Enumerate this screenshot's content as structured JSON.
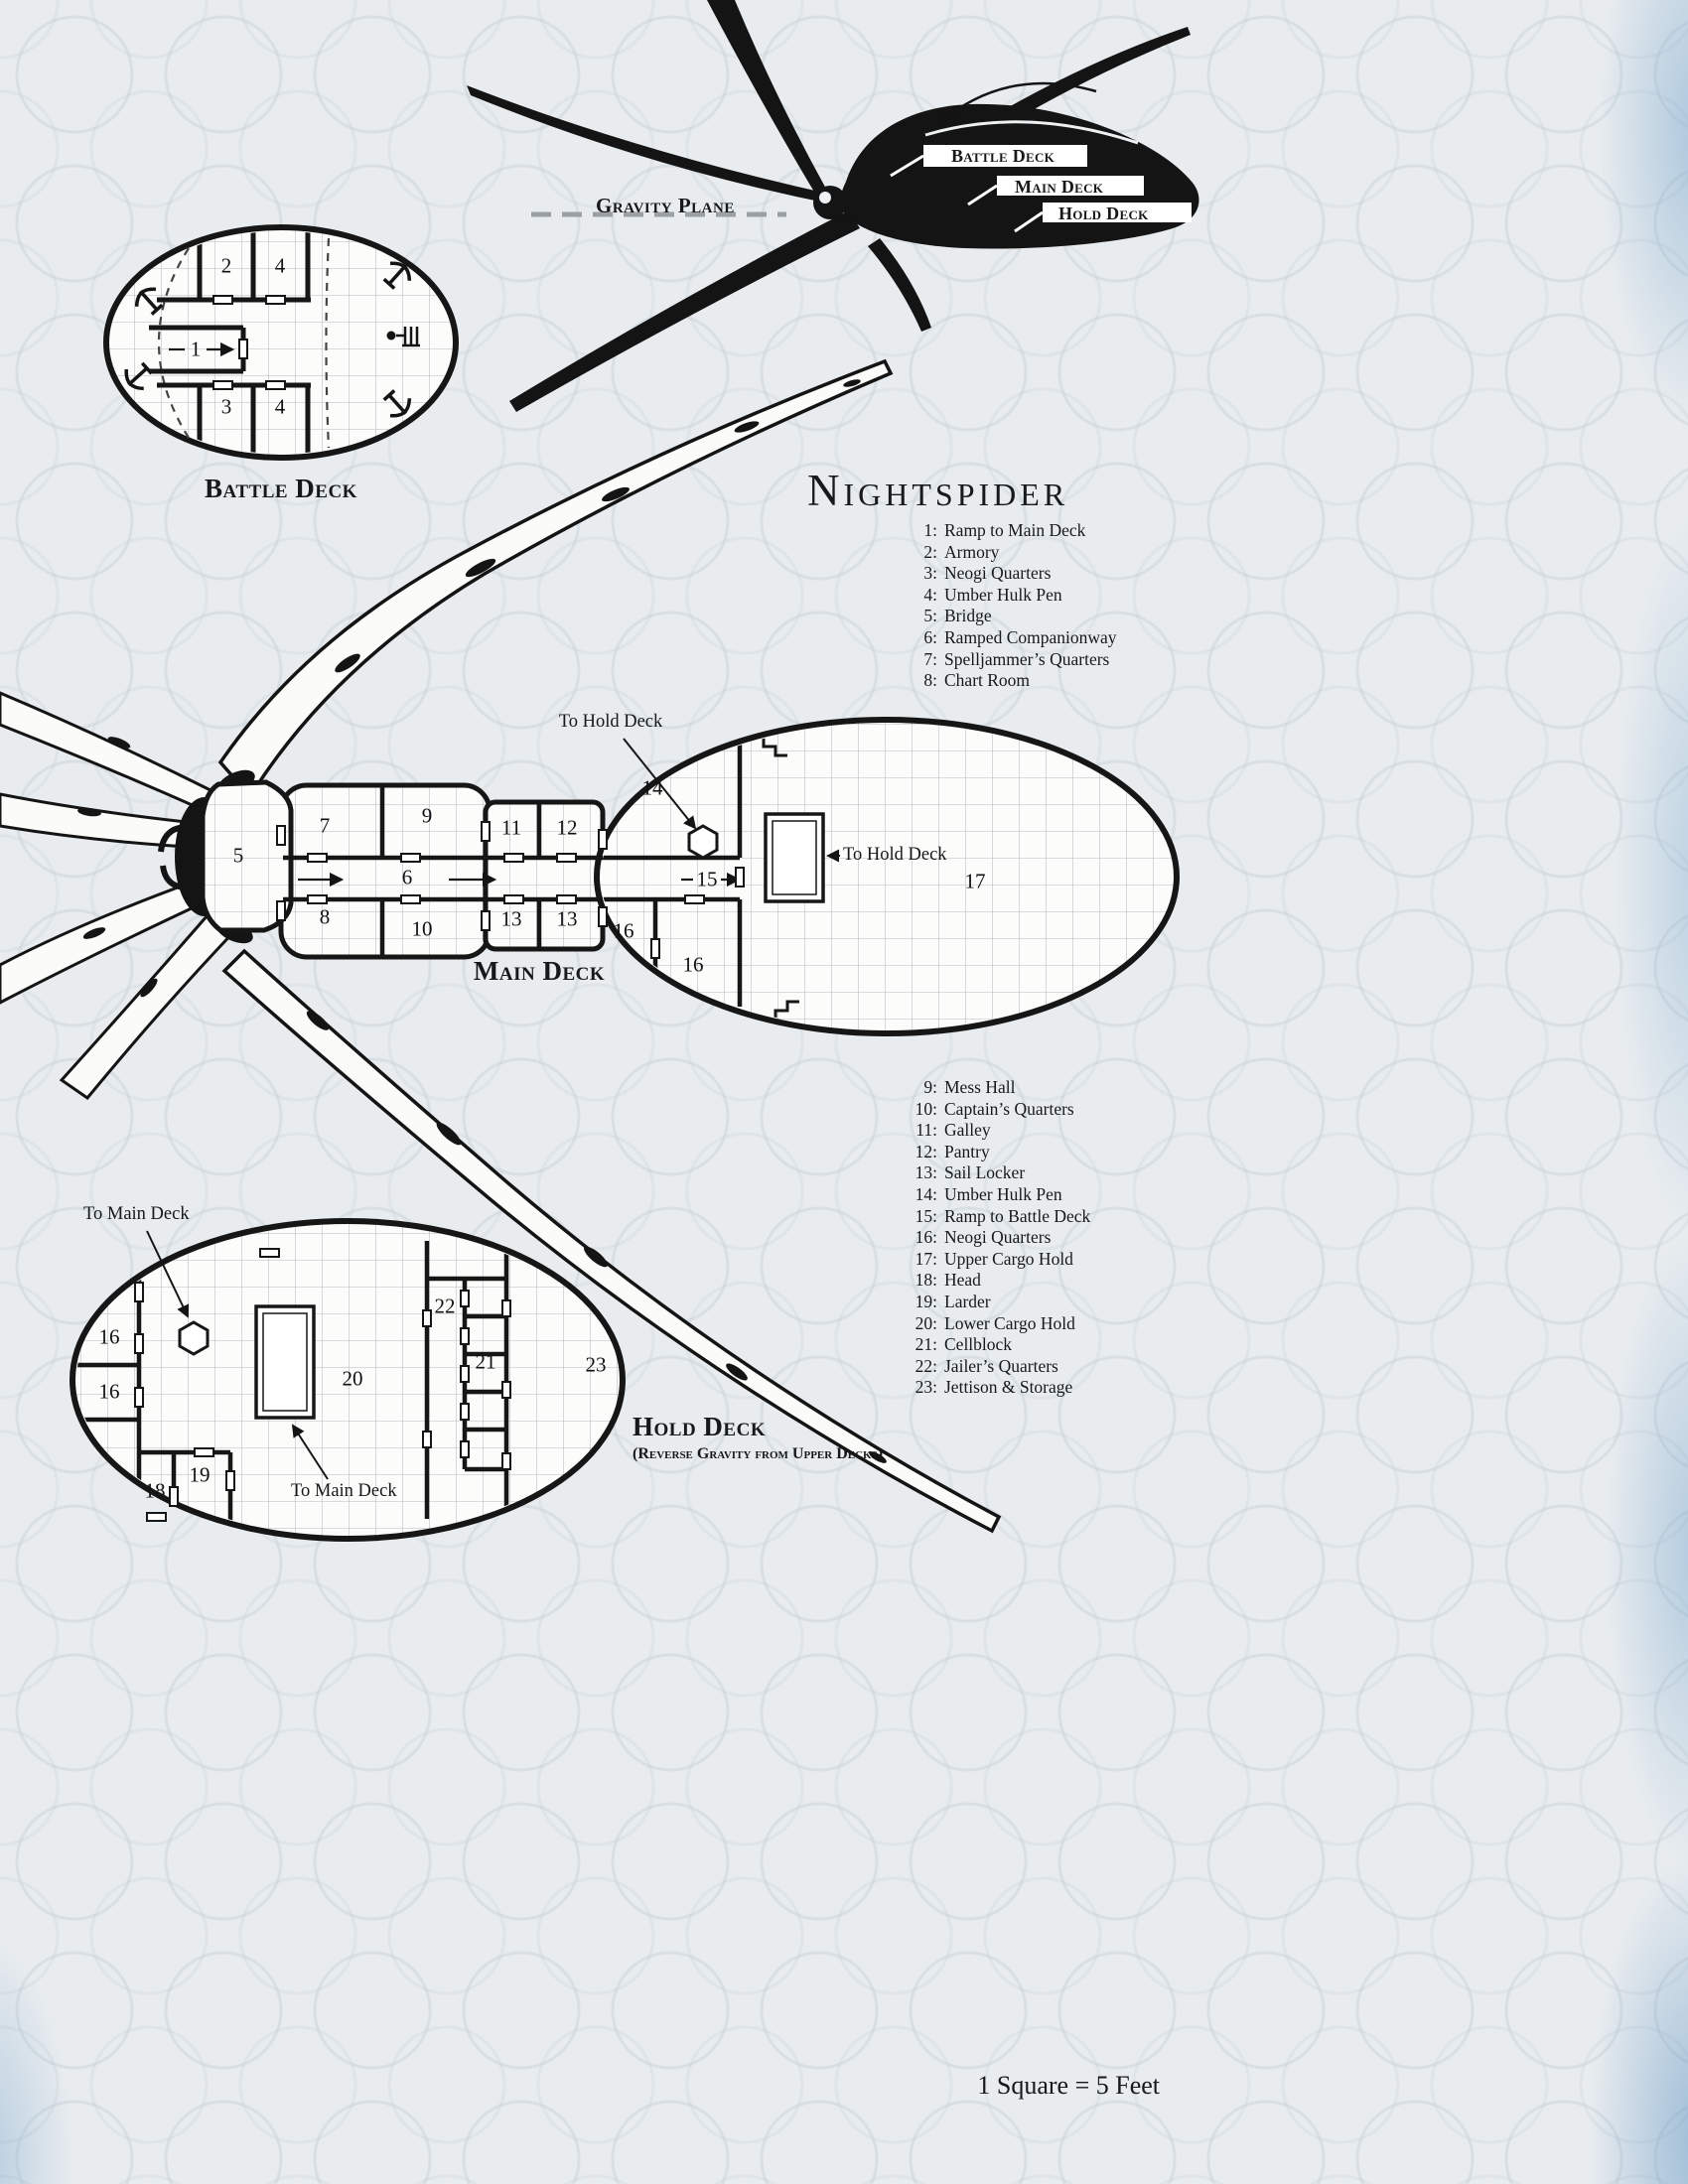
{
  "title": "Nightspider",
  "scale_note": "1 Square = 5 Feet",
  "side_view": {
    "gravity_plane_label": "Gravity Plane",
    "deck_labels": [
      "Battle Deck",
      "Main Deck",
      "Hold Deck"
    ]
  },
  "decks": {
    "battle": {
      "title": "Battle Deck",
      "rooms": [
        "2",
        "4",
        "1",
        "3",
        "4"
      ]
    },
    "main": {
      "title": "Main Deck",
      "rooms": [
        "5",
        "7",
        "9",
        "6",
        "8",
        "10",
        "11",
        "12",
        "13",
        "13",
        "14",
        "15",
        "16",
        "16",
        "17"
      ],
      "annotations": [
        "To Hold Deck",
        "To Hold Deck"
      ]
    },
    "hold": {
      "title": "Hold Deck",
      "subtitle": "(Reverse Gravity from Upper Decks)",
      "rooms": [
        "16",
        "16",
        "18",
        "19",
        "20",
        "21",
        "22",
        "23"
      ],
      "annotations": [
        "To Main Deck",
        "To Main Deck"
      ]
    }
  },
  "legend": {
    "upper": [
      {
        "num": "1:",
        "label": "Ramp to Main Deck"
      },
      {
        "num": "2:",
        "label": "Armory"
      },
      {
        "num": "3:",
        "label": "Neogi Quarters"
      },
      {
        "num": "4:",
        "label": "Umber Hulk Pen"
      },
      {
        "num": "5:",
        "label": "Bridge"
      },
      {
        "num": "6:",
        "label": "Ramped Companionway"
      },
      {
        "num": "7:",
        "label": "Spelljammer’s Quarters"
      },
      {
        "num": "8:",
        "label": "Chart Room"
      }
    ],
    "lower": [
      {
        "num": "9:",
        "label": "Mess Hall"
      },
      {
        "num": "10:",
        "label": "Captain’s Quarters"
      },
      {
        "num": "11:",
        "label": "Galley"
      },
      {
        "num": "12:",
        "label": "Pantry"
      },
      {
        "num": "13:",
        "label": "Sail Locker"
      },
      {
        "num": "14:",
        "label": "Umber Hulk Pen"
      },
      {
        "num": "15:",
        "label": "Ramp to Battle Deck"
      },
      {
        "num": "16:",
        "label": "Neogi Quarters"
      },
      {
        "num": "17:",
        "label": "Upper Cargo Hold"
      },
      {
        "num": "18:",
        "label": "Head"
      },
      {
        "num": "19:",
        "label": "Larder"
      },
      {
        "num": "20:",
        "label": "Lower Cargo Hold"
      },
      {
        "num": "21:",
        "label": "Cellblock"
      },
      {
        "num": "22:",
        "label": "Jailer’s Quarters"
      },
      {
        "num": "23:",
        "label": "Jettison & Storage"
      }
    ]
  }
}
